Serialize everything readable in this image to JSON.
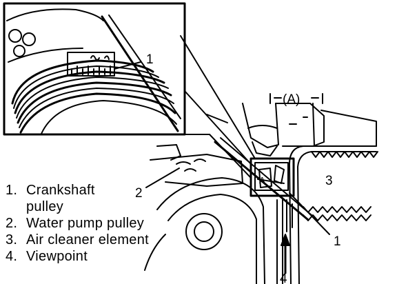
{
  "colors": {
    "ink": "#000000",
    "paper": "#ffffff"
  },
  "callouts": {
    "inset_1": "1",
    "pulley_2": "2",
    "element_3": "3",
    "label_1": "1",
    "viewpoint_4": "4",
    "dim_a": "(A)",
    "tag_a": "A"
  },
  "legend": [
    {
      "num": "1.",
      "text": "Crankshaft",
      "cont": "pulley"
    },
    {
      "num": "2.",
      "text": "Water pump pulley"
    },
    {
      "num": "3.",
      "text": "Air cleaner element"
    },
    {
      "num": "4.",
      "text": "Viewpoint"
    }
  ]
}
